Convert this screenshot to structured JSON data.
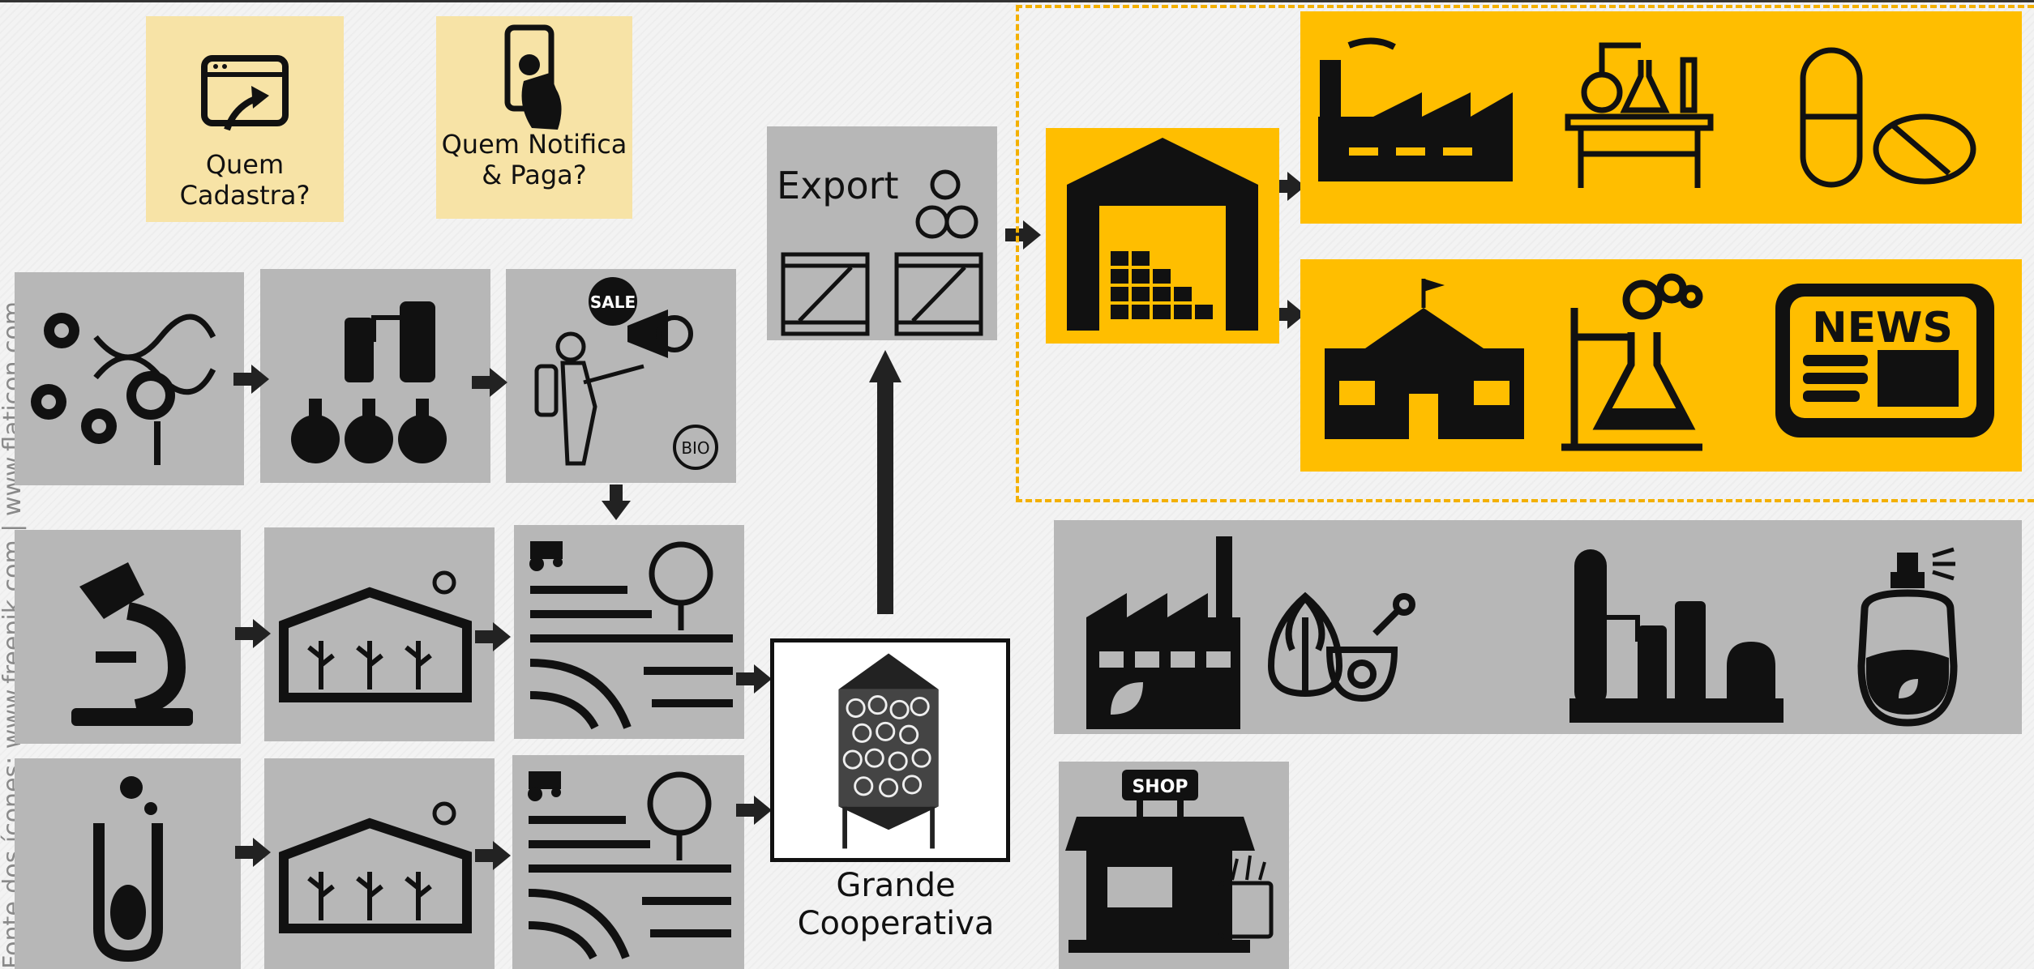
{
  "side_credit": "Fonte dos ícones: www.freepik.com | www.flaticon.com",
  "quem_cadastra": "Quem Cadastra?",
  "quem_notifica": "Quem Notifica & Paga?",
  "export": "Export",
  "grande_cooperativa": "Grande Cooperativa",
  "sale_badge": "SALE",
  "bio_badge": "BIO",
  "news_label": "NEWS",
  "shop_label": "SHOP",
  "colors": {
    "yellow": "#ffbe00",
    "gray_tile": "#b7b7b7",
    "pale_tile": "#f7e3a6",
    "icon": "#0a0a0a"
  }
}
